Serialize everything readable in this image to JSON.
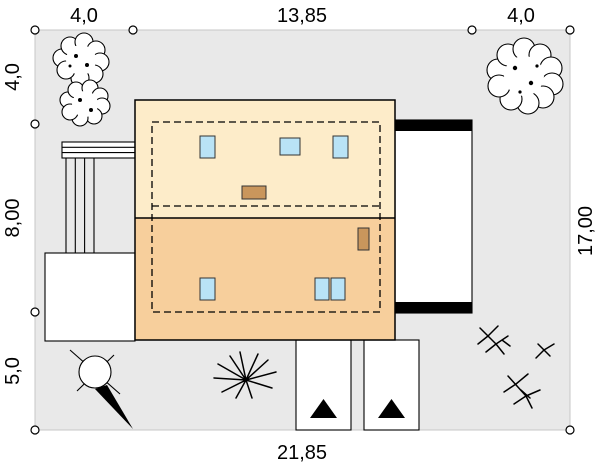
{
  "drawing": {
    "type": "architectural-site-plan",
    "dimensions": {
      "top": [
        "4,0",
        "13,85",
        "4,0"
      ],
      "left": [
        "4,0",
        "8,00",
        "5,0"
      ],
      "right": [
        "17,00"
      ],
      "bottom": [
        "21,85"
      ]
    },
    "colors": {
      "plot_fill": "#e9e9e9",
      "roof_upper": "#fdecc9",
      "roof_lower": "#f7cf9c",
      "window_fill": "#b9e3f6",
      "chimney_fill": "#c9965c",
      "outline": "#000000",
      "background": "#ffffff"
    },
    "symbols": {
      "tree": "deciduous-tree-icon",
      "shrub": "shrub-icon",
      "grass": "ornamental-grass-icon",
      "entrance_arrow": "entrance-arrow-icon",
      "north_arrow": "north-arrow-icon",
      "survey_point": "survey-point-marker"
    }
  }
}
